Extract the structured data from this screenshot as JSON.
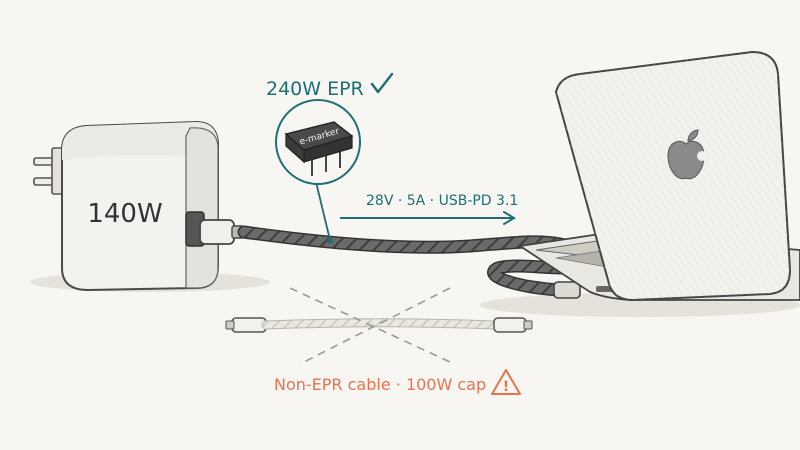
{
  "charger": {
    "wattage": "140W"
  },
  "emarker": {
    "chip_label": "e-marker",
    "headline": "240W EPR",
    "check_glyph": "✓"
  },
  "power": {
    "spec": "28V · 5A · USB-PD 3.1"
  },
  "warning": {
    "text": "Non-EPR cable · 100W cap",
    "icon_glyph": "!"
  },
  "colors": {
    "teal": "#1f6f74",
    "orange": "#e8734f",
    "ink": "#3a3a3a",
    "cable": "#5a5a5a",
    "paper": "#f7f6f2"
  },
  "icons": [
    "plug-prongs-icon",
    "apple-logo-icon",
    "check-icon",
    "warning-triangle-icon",
    "arrow-right-icon"
  ]
}
